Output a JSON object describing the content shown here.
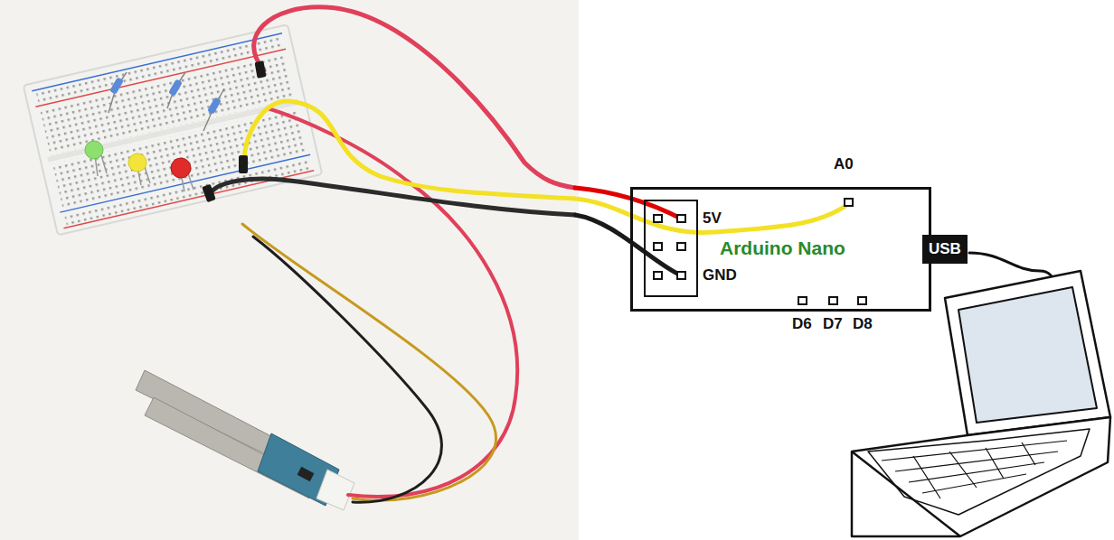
{
  "diagram": {
    "nodes": [
      {
        "text": [
          "Arduino Nano"
        ]
      },
      {
        "text": [
          "USB"
        ]
      }
    ],
    "labels": [
      "A0",
      "5V",
      "GND",
      "D6",
      "D7",
      "D8"
    ]
  }
}
